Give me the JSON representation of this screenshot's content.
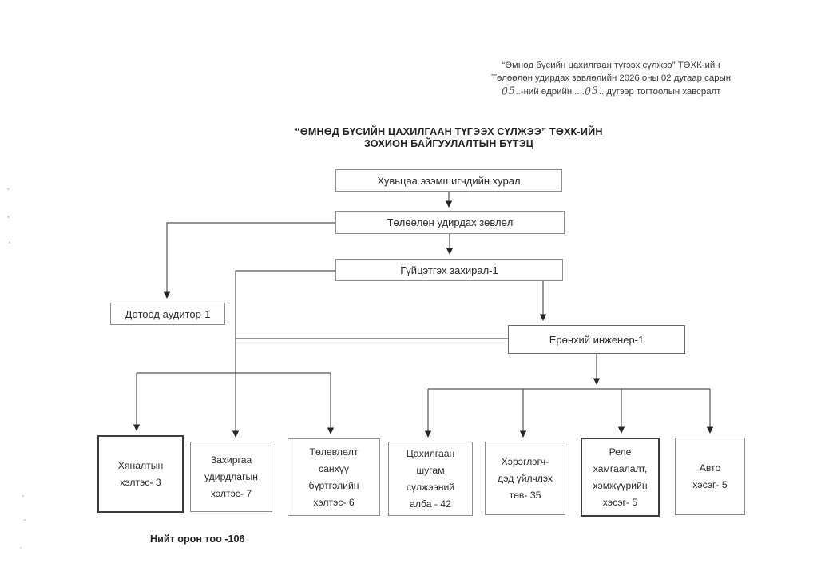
{
  "page": {
    "header": {
      "line1": "“Өмнөд бүсийн цахилгаан түгээх сүлжээ” ТӨХК-ийн",
      "line2": "Төлөөлөн удирдах зөвлөлийн  2026 оны 02 дугаар сарын",
      "line3_day": "05",
      "line3_mid": "..-ний өдрийн ....",
      "line3_num": "03",
      "line3_end": ".. дүгээр тогтоолын хавсралт"
    },
    "title_line1": "“ӨМНӨД БҮСИЙН ЦАХИЛГААН ТҮГЭЭХ СҮЛЖЭЭ” ТӨХК-ИЙН",
    "title_line2": "ЗОХИОН БАЙГУУЛАЛТЫН БҮТЭЦ",
    "footer_note": "Нийт орон тоо -106"
  },
  "org": {
    "nodes": {
      "shareholders": "Хувьцаа эзэмшигчдийн хурал",
      "board": "Төлөөлөн удирдах зөвлөл",
      "ceo": "Гүйцэтгэх захирал-1",
      "auditor": "Дотоод аудитор-1",
      "chief_engineer": "Ерөнхий инженер-1",
      "dept_control": "Хяналтын\nхэлтэс- 3",
      "dept_admin": "Захиргаа\nудирдлагын\nхэлтэс- 7",
      "dept_finance": "Төлөвлөлт\nсанхүү\nбүртгэлийн\nхэлтэс- 6",
      "dept_grid": "Цахилгаан\nшугам\nсүлжээний\nалба - 42",
      "dept_customer": "Хэрэглэгч-\nдэд үйлчлэх\nтөв- 35",
      "dept_relay": "Реле\nхамгаалалт,\nхэмжүүрийн\nхэсэг- 5",
      "dept_auto": "Авто\nхэсэг- 5"
    },
    "edges": [
      [
        "shareholders",
        "board"
      ],
      [
        "board",
        "ceo"
      ],
      [
        "board",
        "auditor"
      ],
      [
        "ceo",
        "chief_engineer"
      ],
      [
        "ceo",
        "dept_control"
      ],
      [
        "ceo",
        "dept_admin"
      ],
      [
        "ceo",
        "dept_finance"
      ],
      [
        "chief_engineer",
        "dept_grid"
      ],
      [
        "chief_engineer",
        "dept_customer"
      ],
      [
        "chief_engineer",
        "dept_relay"
      ],
      [
        "chief_engineer",
        "dept_auto"
      ]
    ],
    "total_headcount": "106"
  }
}
